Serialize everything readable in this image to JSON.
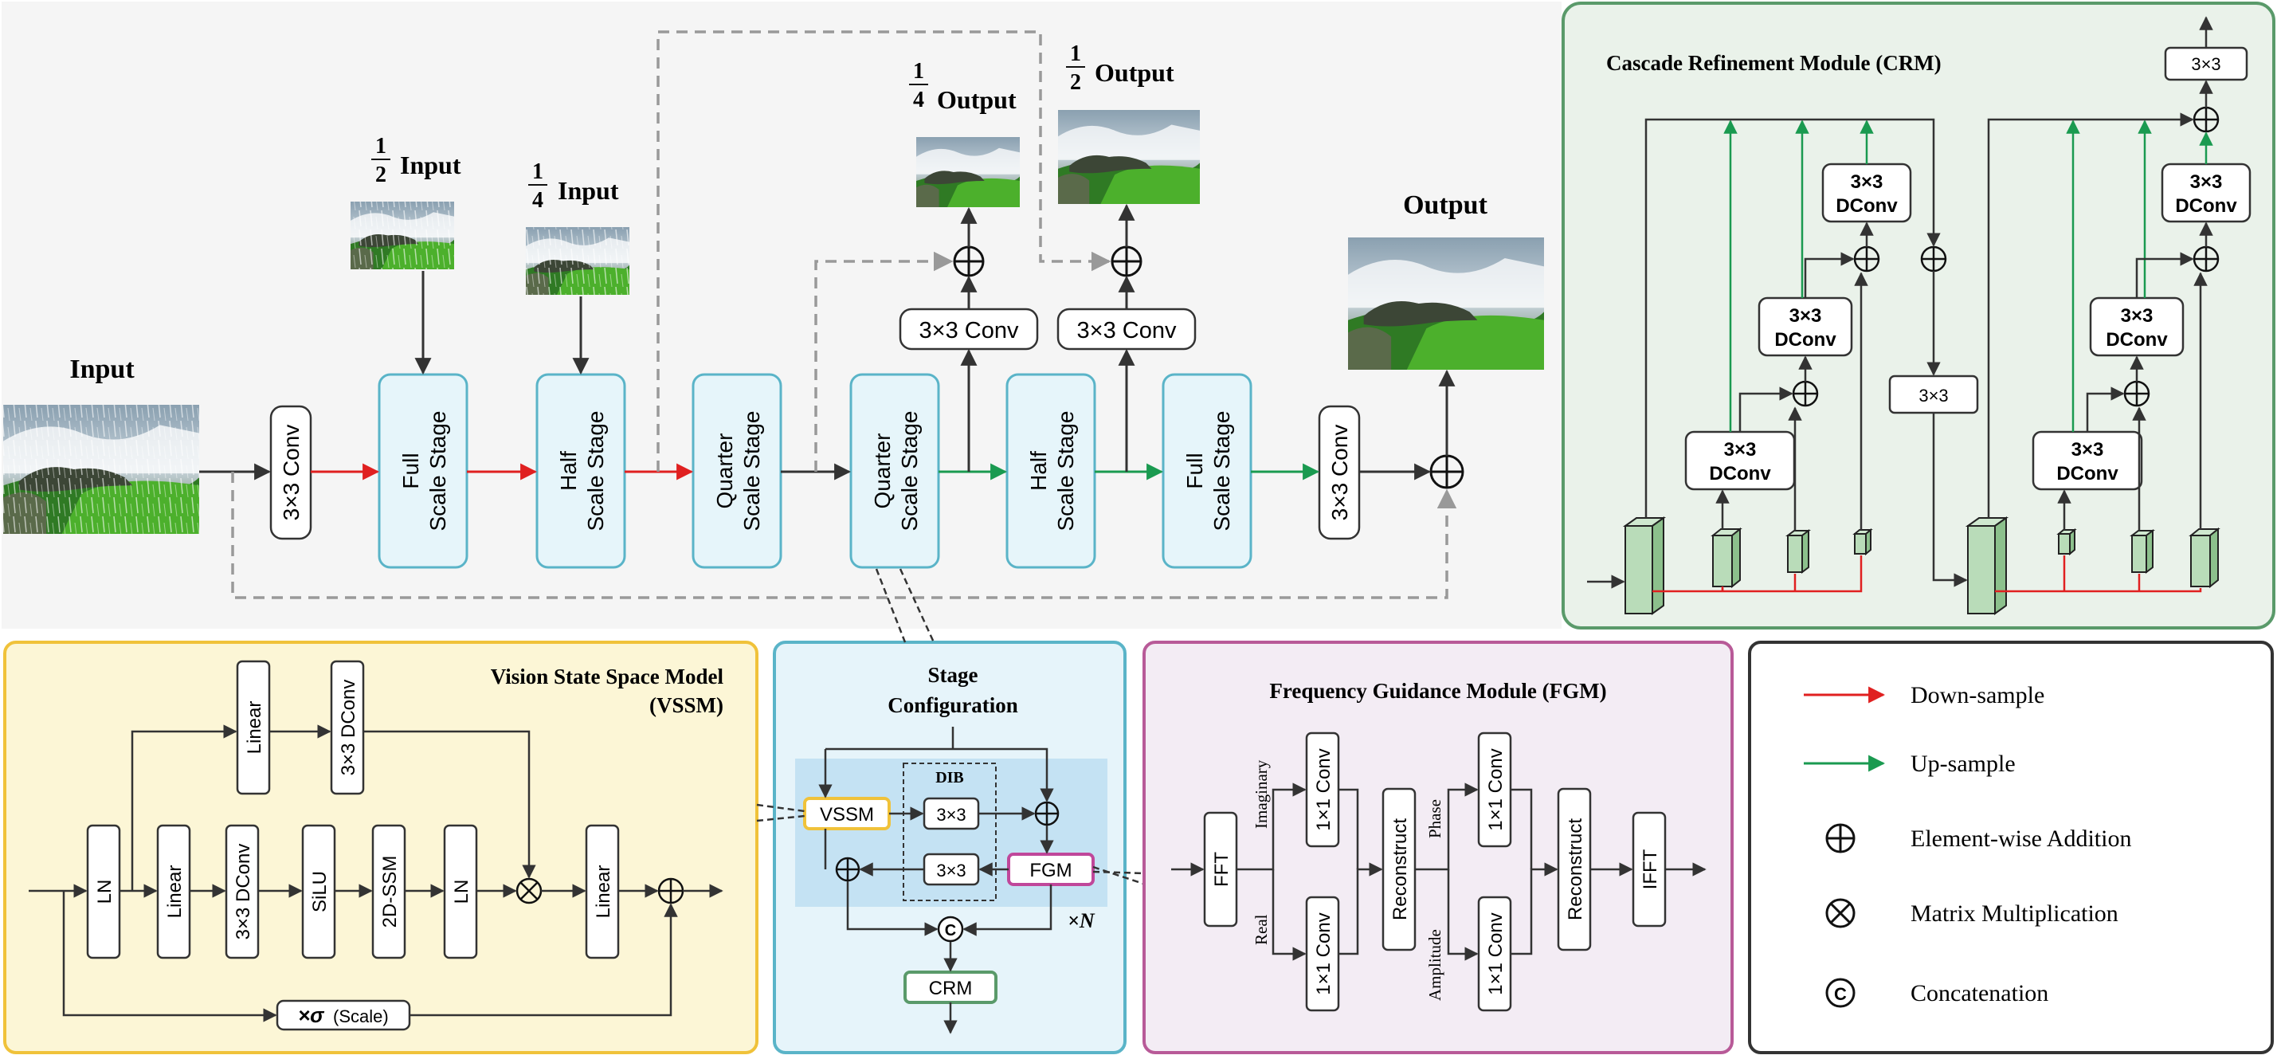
{
  "top": {
    "input_label": "Input",
    "half_input_label": "Input",
    "quarter_input_label": "Input",
    "quarter_output_label": "Output",
    "half_output_label": "Output",
    "output_label": "Output",
    "frac_half": {
      "num": "1",
      "den": "2"
    },
    "frac_quarter": {
      "num": "1",
      "den": "4"
    },
    "conv3": "3×3 Conv",
    "stages": {
      "full": [
        "Full",
        "Scale Stage"
      ],
      "half": [
        "Half",
        "Scale Stage"
      ],
      "quarter": [
        "Quarter",
        "Scale Stage"
      ]
    }
  },
  "crm": {
    "title": "Cascade Refinement Module (CRM)",
    "dconv": [
      "3×3",
      "DConv"
    ],
    "k33": "3×3"
  },
  "vssm": {
    "title_line1": "Vision State Space Model",
    "title_line2": "(VSSM)",
    "ln": "LN",
    "linear": "Linear",
    "dconv": "3×3 DConv",
    "silu": "SiLU",
    "ssm": "2D-SSM",
    "scale_symbol": "×σ",
    "scale_text": "(Scale)"
  },
  "stage_cfg": {
    "title_line1": "Stage",
    "title_line2": "Configuration",
    "dib": "DIB",
    "vssm": "VSSM",
    "k33": "3×3",
    "fgm": "FGM",
    "crm": "CRM",
    "concat": "C",
    "times_n": "×N"
  },
  "fgm": {
    "title": "Frequency Guidance Module (FGM)",
    "fft": "FFT",
    "ifft": "IFFT",
    "conv1": "1×1 Conv",
    "reconstruct": "Reconstruct",
    "imaginary": "Imaginary",
    "real": "Real",
    "phase": "Phase",
    "amplitude": "Amplitude"
  },
  "legend": {
    "down": "Down-sample",
    "up": "Up-sample",
    "add": "Element-wise Addition",
    "mul": "Matrix Multiplication",
    "concat": "Concatenation",
    "concat_symbol": "C"
  },
  "colors": {
    "down": "#e02020",
    "up": "#1a9a50",
    "stage_fill": "#e6f5fa",
    "stage_stroke": "#5ab4c8",
    "crm_bg": "#eaf2ea",
    "crm_border": "#5a9a6a",
    "vssm_bg": "#fcf6d6",
    "vssm_border": "#f0c23a",
    "stage_cfg_bg": "#e6f4fa",
    "stage_cfg_border": "#5ab4c8",
    "fgm_bg": "#f3ecf4",
    "fgm_border": "#b85a98",
    "fgm_box": "#c0479a",
    "vssm_box": "#f0c23a",
    "crm_box": "#5a9a6a",
    "line": "#333333",
    "dash": "#999999"
  },
  "icons": {
    "add": "circle-plus-icon",
    "mul": "circle-times-icon",
    "concat": "circle-c-icon",
    "image": "rainy-lizard-image"
  }
}
